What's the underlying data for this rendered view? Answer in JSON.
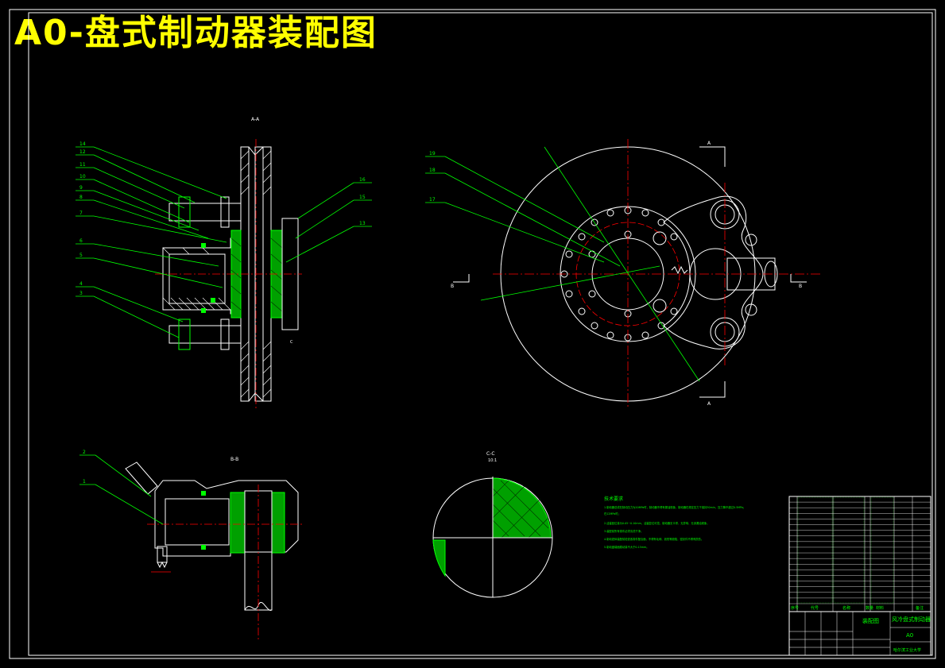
{
  "title": "A0-盘式制动器装配图",
  "views": {
    "section_aa": "A-A",
    "section_bb": "B-B",
    "section_cc": "C-C",
    "scale_cc": "10:1",
    "mark_a": "A",
    "mark_b": "B",
    "mark_c": "C"
  },
  "balloons_left": [
    "14",
    "12",
    "11",
    "10",
    "9",
    "8",
    "7",
    "6",
    "5",
    "4",
    "3"
  ],
  "balloons_right_left_view": [
    "16",
    "15",
    "13"
  ],
  "balloons_disc": [
    "19",
    "18",
    "17"
  ],
  "balloons_bb": [
    "2",
    "1"
  ],
  "tech_notes": {
    "heading": "技术要求",
    "lines": [
      "1.制动器总成在制动压力为20MPa时，制动器不得有漏油现象，制动器在规定压力下保持30min，压力降不超过0.5MPa；",
      "在12MPa时；",
      "2.活塞回位量为0.05~0.10mm，活塞复位可靠，制动器无卡滞、无异响、无渗漏油现象。",
      "3.装配前所有零件必须清洗干净。",
      "4.制动钳体装配前检查各零件配合面，不得有毛刺、划伤等缺陷，密封件不得有损伤。",
      "5.制动盘端面跳动量不大于0.15mm。"
    ]
  },
  "title_block": {
    "drawing_type": "装配图",
    "drawing_name": "风冷盘式制动器",
    "sheet_size": "A0",
    "school": "哈尔滨工业大学",
    "col_seq": "序号",
    "col_code": "代号",
    "col_name": "名称",
    "col_qty": "数量",
    "col_material": "材料",
    "col_note": "备注"
  }
}
